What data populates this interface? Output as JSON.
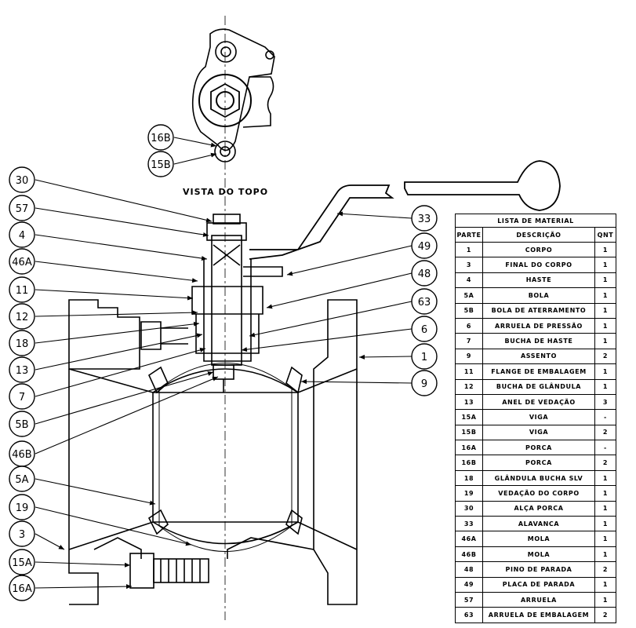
{
  "view_title": "VISTA DO TOPO",
  "callouts": {
    "c30": "30",
    "c57": "57",
    "c4": "4",
    "c46A": "46A",
    "c11": "11",
    "c12": "12",
    "c18": "18",
    "c13": "13",
    "c7": "7",
    "c5B": "5B",
    "c46B": "46B",
    "c5A": "5A",
    "c19": "19",
    "c3": "3",
    "c15A": "15A",
    "c16A": "16A",
    "c16B": "16B",
    "c15B": "15B",
    "c33": "33",
    "c49": "49",
    "c48": "48",
    "c63": "63",
    "c6": "6",
    "c1": "1",
    "c9": "9"
  },
  "bom": {
    "title": "LISTA DE MATERIAL",
    "headers": {
      "part": "PARTE",
      "desc": "DESCRIÇÃO",
      "qty": "QNT"
    },
    "rows": [
      {
        "part": "1",
        "desc": "CORPO",
        "qty": "1"
      },
      {
        "part": "3",
        "desc": "FINAL DO CORPO",
        "qty": "1"
      },
      {
        "part": "4",
        "desc": "HASTE",
        "qty": "1"
      },
      {
        "part": "5A",
        "desc": "BOLA",
        "qty": "1"
      },
      {
        "part": "5B",
        "desc": "BOLA DE ATERRAMENTO",
        "qty": "1"
      },
      {
        "part": "6",
        "desc": "ARRUELA DE PRESSÃO",
        "qty": "1"
      },
      {
        "part": "7",
        "desc": "BUCHA DE HASTE",
        "qty": "1"
      },
      {
        "part": "9",
        "desc": "ASSENTO",
        "qty": "2"
      },
      {
        "part": "11",
        "desc": "FLANGE DE EMBALAGEM",
        "qty": "1"
      },
      {
        "part": "12",
        "desc": "BUCHA DE GLÂNDULA",
        "qty": "1"
      },
      {
        "part": "13",
        "desc": "ANEL DE VEDAÇÃO",
        "qty": "3"
      },
      {
        "part": "15A",
        "desc": "VIGA",
        "qty": "-"
      },
      {
        "part": "15B",
        "desc": "VIGA",
        "qty": "2"
      },
      {
        "part": "16A",
        "desc": "PORCA",
        "qty": "-"
      },
      {
        "part": "16B",
        "desc": "PORCA",
        "qty": "2"
      },
      {
        "part": "18",
        "desc": "GLÂNDULA BUCHA SLV",
        "qty": "1"
      },
      {
        "part": "19",
        "desc": "VEDAÇÃO DO CORPO",
        "qty": "1"
      },
      {
        "part": "30",
        "desc": "ALÇA PORCA",
        "qty": "1"
      },
      {
        "part": "33",
        "desc": "ALAVANCA",
        "qty": "1"
      },
      {
        "part": "46A",
        "desc": "MOLA",
        "qty": "1"
      },
      {
        "part": "46B",
        "desc": "MOLA",
        "qty": "1"
      },
      {
        "part": "48",
        "desc": "PINO DE PARADA",
        "qty": "2"
      },
      {
        "part": "49",
        "desc": "PLACA DE PARADA",
        "qty": "1"
      },
      {
        "part": "57",
        "desc": "ARRUELA",
        "qty": "1"
      },
      {
        "part": "63",
        "desc": "ARRUELA DE EMBALAGEM",
        "qty": "2"
      }
    ]
  }
}
